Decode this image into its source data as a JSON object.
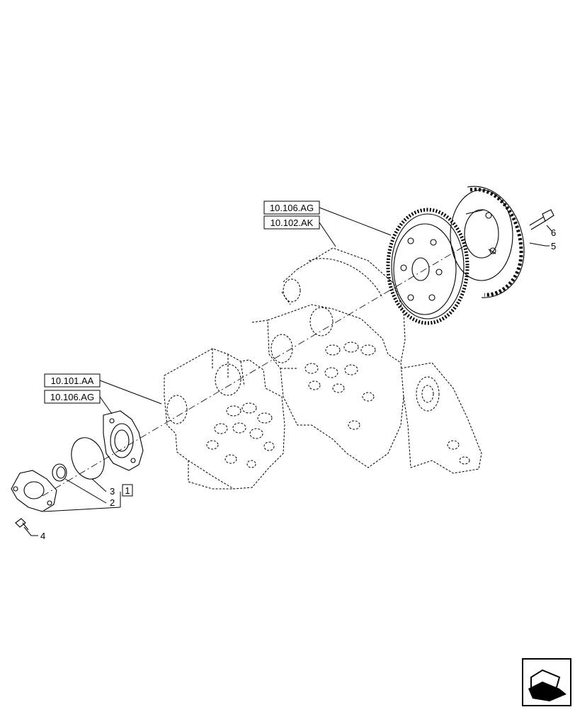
{
  "references": {
    "top_first": "10.106.AG",
    "top_second": "10.102.AK",
    "left_first": "10.101.AA",
    "left_second": "10.106.AG"
  },
  "callouts": {
    "item_1": "1",
    "item_2": "2",
    "item_3": "3",
    "item_4": "4",
    "item_5": "5",
    "item_6": "6"
  },
  "nav_icon": "previous-page-arrow-icon"
}
